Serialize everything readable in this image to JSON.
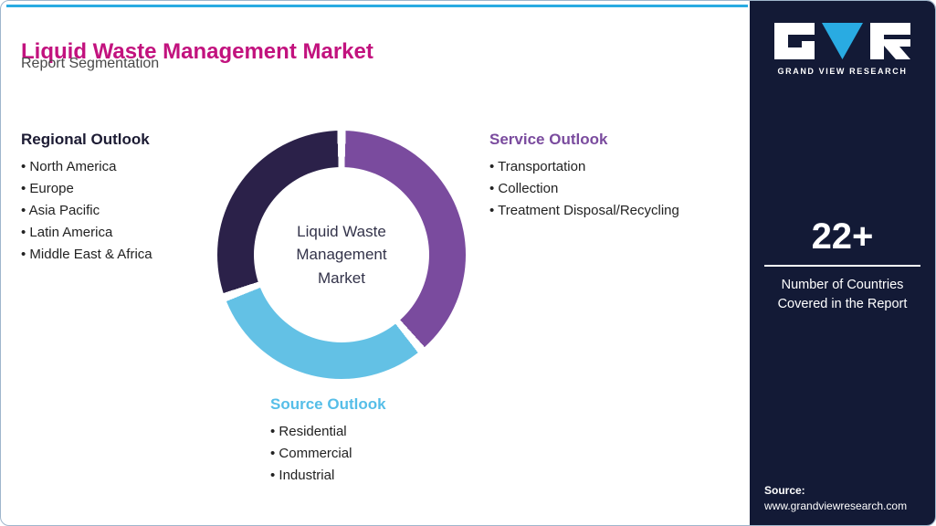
{
  "header": {
    "title": "Liquid Waste Management Market",
    "subtitle": "Report Segmentation"
  },
  "sections": {
    "regional": {
      "heading": "Regional Outlook",
      "items": [
        "North America",
        "Europe",
        "Asia Pacific",
        "Latin America",
        "Middle East & Africa"
      ]
    },
    "service": {
      "heading": "Service Outlook",
      "items": [
        "Transportation",
        "Collection",
        "Treatment Disposal/Recycling"
      ]
    },
    "source": {
      "heading": "Source Outlook",
      "items": [
        "Residential",
        "Commercial",
        "Industrial"
      ]
    }
  },
  "chart_data": {
    "type": "pie",
    "donut": true,
    "title": "Liquid Waste Management Market Report Segmentation",
    "center_label": "Liquid Waste Management Market",
    "legend_position": "none",
    "segments": [
      {
        "label": "Service Outlook",
        "value": 33.3,
        "color": "#7A4B9E",
        "start_deg": 2,
        "end_deg": 138
      },
      {
        "label": "Source Outlook",
        "value": 33.3,
        "color": "#63C1E5",
        "start_deg": 142,
        "end_deg": 248
      },
      {
        "label": "Regional Outlook",
        "value": 33.3,
        "color": "#2B2149",
        "start_deg": 252,
        "end_deg": 358
      }
    ]
  },
  "sidebar": {
    "brand": "GRAND VIEW RESEARCH",
    "stat_value": "22+",
    "stat_caption": "Number of Countries Covered in the Report",
    "source_label": "Source:",
    "source_url": "www.grandviewresearch.com"
  },
  "colors": {
    "title": "#C2127E",
    "accent_line": "#29ABE2",
    "sidebar_bg": "#131A36",
    "regional_heading": "#1C1B33",
    "service_heading": "#7A4B9E",
    "source_heading": "#56BEE8"
  }
}
